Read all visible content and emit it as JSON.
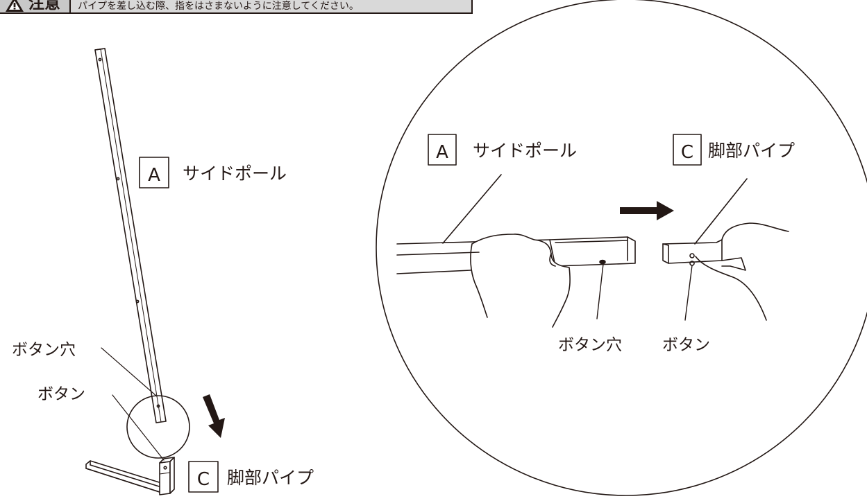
{
  "caution": {
    "label": "注意",
    "text": "パイプを差し込む際、指をはさまないように注意してください。"
  },
  "left_view": {
    "part_a": {
      "letter": "A",
      "name": "サイドポール"
    },
    "part_c": {
      "letter": "C",
      "name": "脚部パイプ"
    },
    "button_hole_label": "ボタン穴",
    "button_label": "ボタン"
  },
  "detail_view": {
    "part_a": {
      "letter": "A",
      "name": "サイドポール"
    },
    "part_c": {
      "letter": "C",
      "name": "脚部パイプ"
    },
    "button_hole_label": "ボタン穴",
    "button_label": "ボタン"
  },
  "colors": {
    "ink": "#231815",
    "banner_fill": "#d9d9d9",
    "warning_fill": "#c8c8c8"
  },
  "icons": [
    "warning-triangle-icon",
    "arrow-down-icon",
    "arrow-right-icon"
  ]
}
